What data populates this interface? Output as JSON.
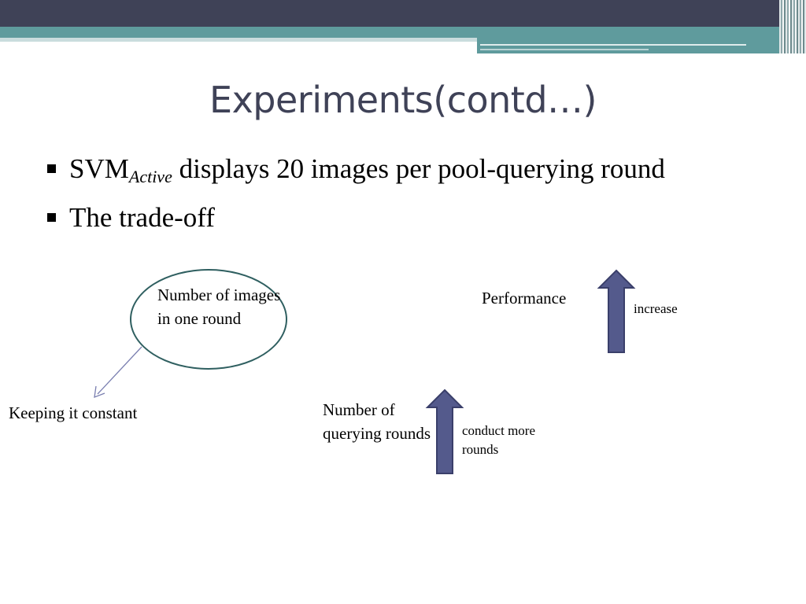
{
  "slide": {
    "title": "Experiments(contd…)",
    "bullets": [
      {
        "main": "SVM",
        "subscript": "Active",
        "rest": " displays 20 images per pool-querying round"
      },
      {
        "text": "The trade-off"
      }
    ],
    "diagram": {
      "oval_label": "Number of images in one round",
      "constant_note": "Keeping it constant",
      "performance_label": "Performance",
      "performance_note": "increase",
      "rounds_label": "Number of querying rounds",
      "rounds_note": "conduct more rounds",
      "arrow_color": "#545a8c",
      "oval_border_color": "#2f5f60"
    }
  },
  "theme": {
    "title_color": "#3f4257",
    "header_dark": "#3f4257",
    "header_teal": "#5f9b9d"
  }
}
